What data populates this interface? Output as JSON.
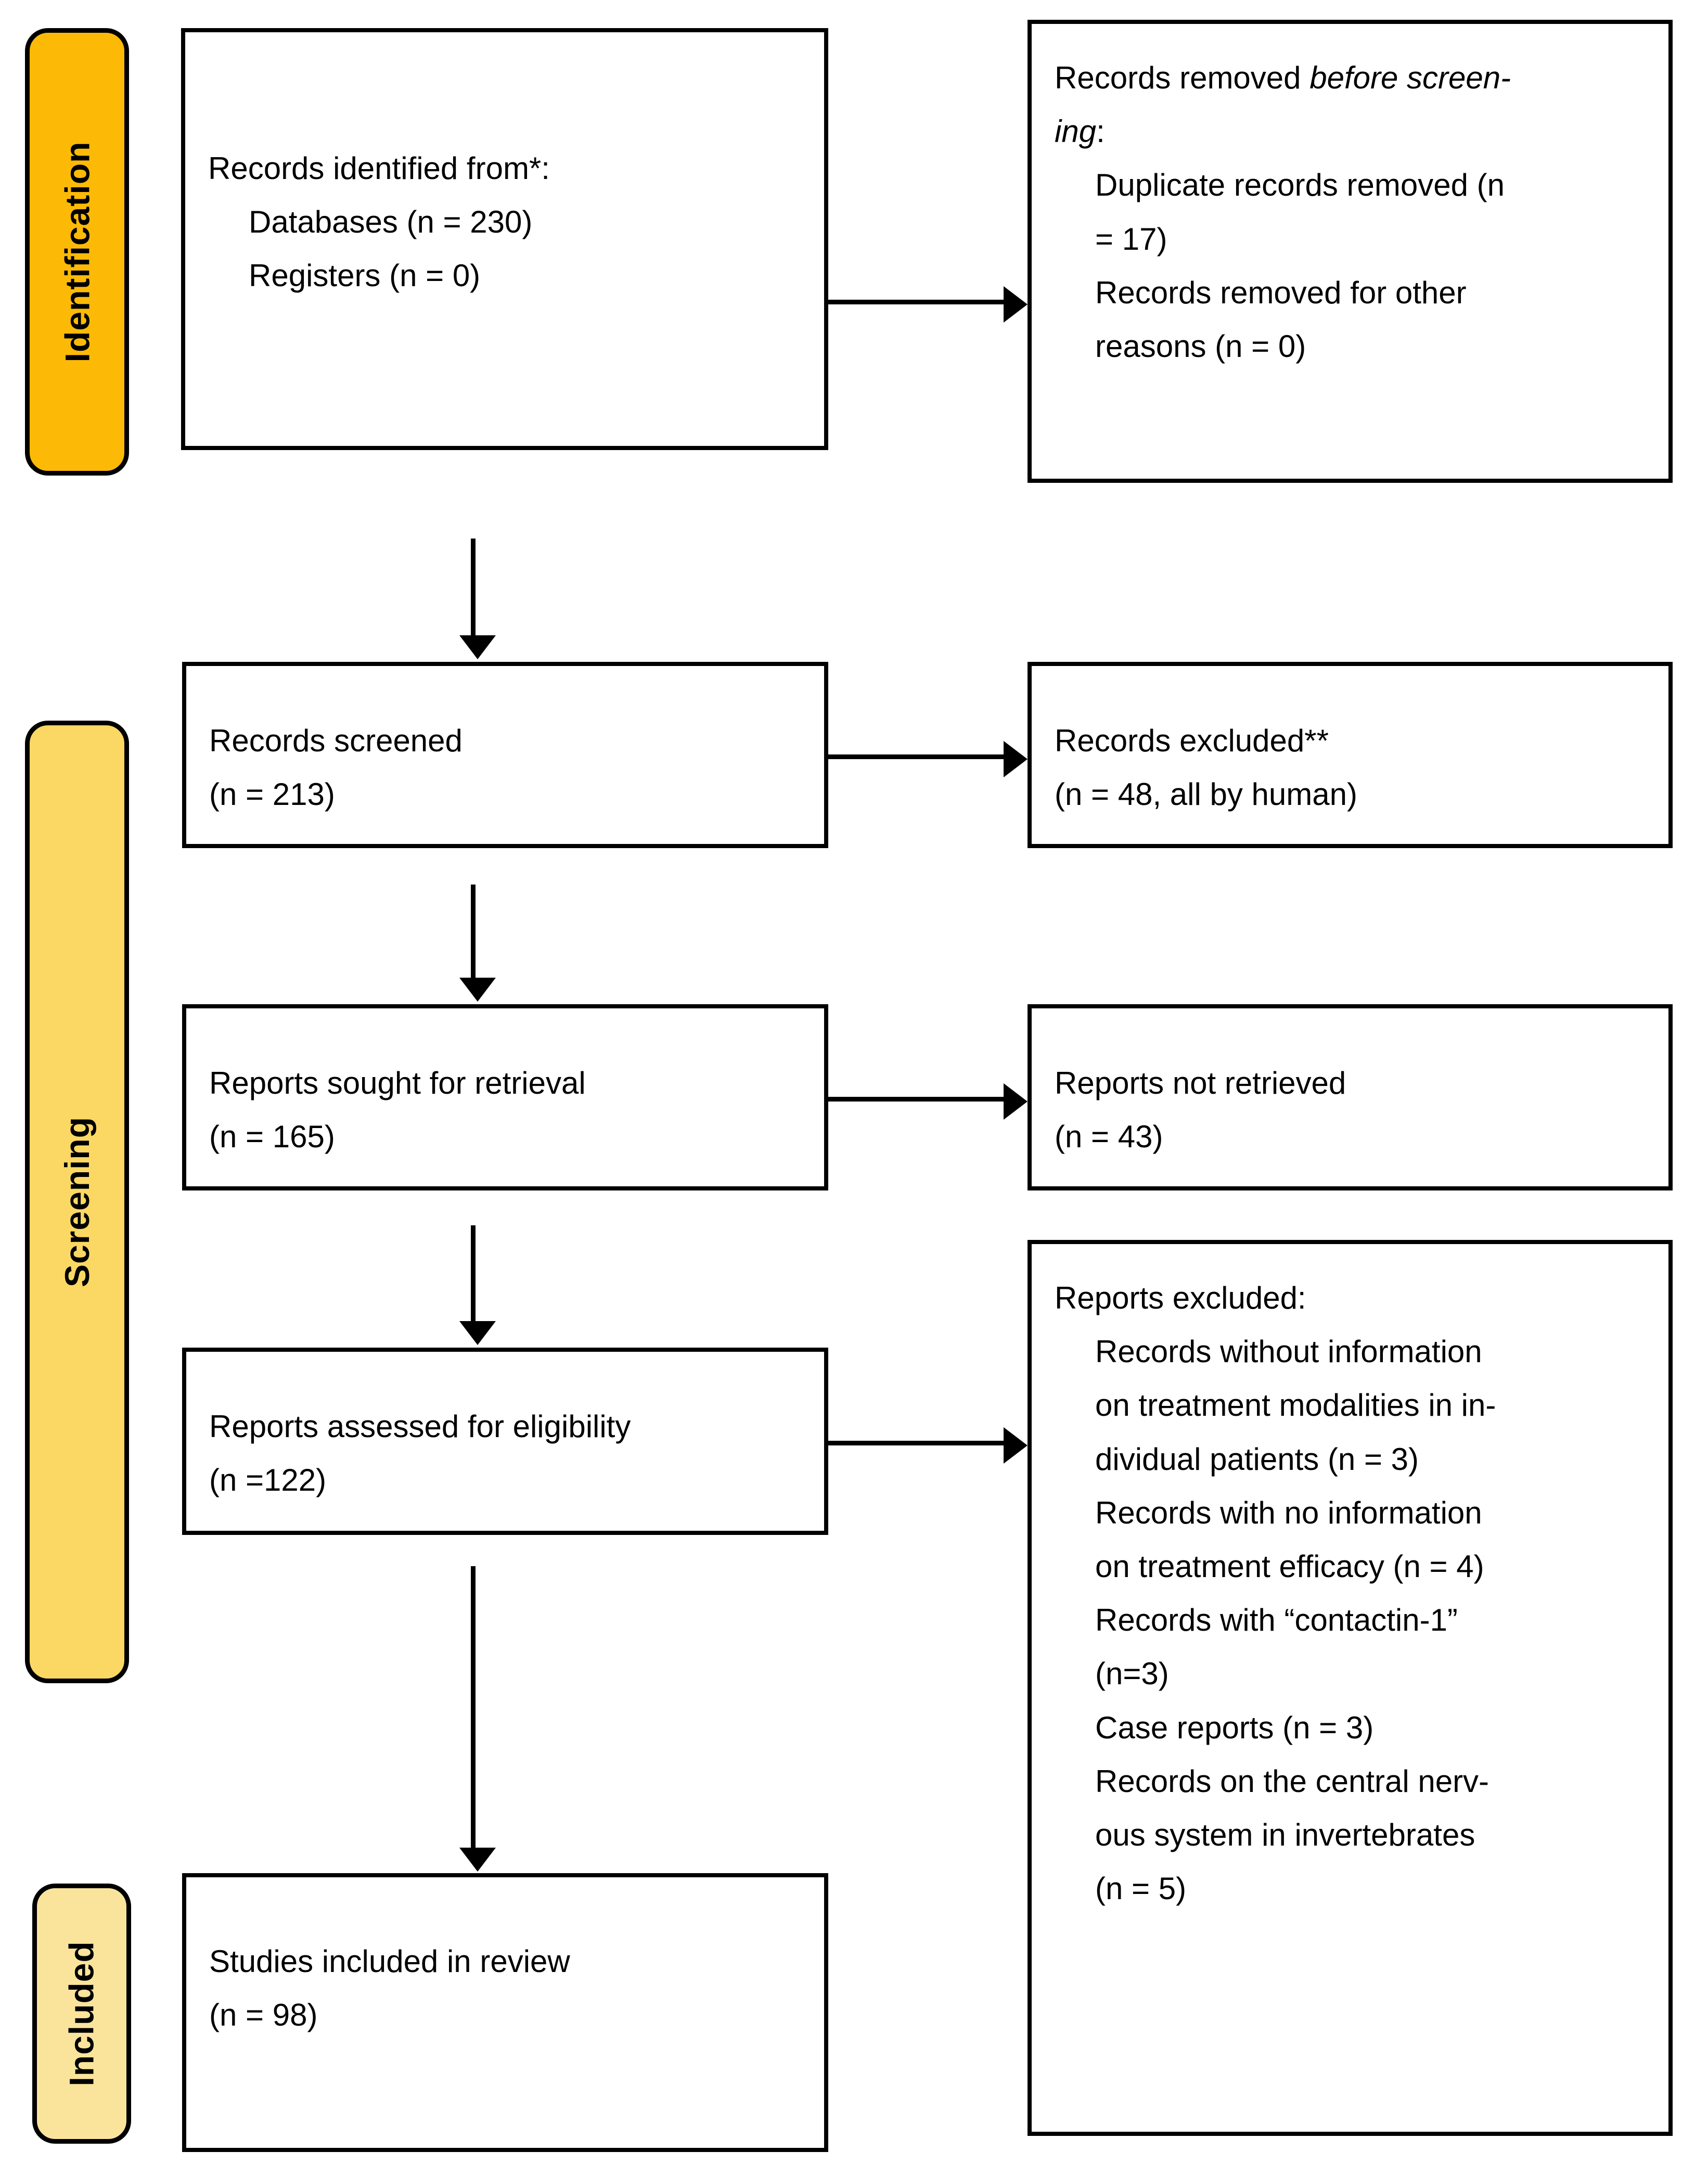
{
  "diagram": {
    "title": "PRISMA 2020 flow diagram",
    "colors": {
      "identification_bar": "#FCBA06",
      "screening_bar": "#FBD863",
      "included_bar": "#FAE49C",
      "box_border": "#000000",
      "box_fill": "#FFFFFF",
      "text": "#000000"
    }
  },
  "stages": {
    "identification": "Identification",
    "screening": "Screening",
    "included": "Included"
  },
  "boxes": {
    "identified": {
      "title": "Records identified from*:",
      "items": [
        "Databases (n = 230)",
        "Registers (n = 0)"
      ]
    },
    "removed_before_screening": {
      "title_plain": "Records removed ",
      "title_italic": "before screen-",
      "title_italic_2": "ing",
      "title_tail": ":",
      "items": [
        "Duplicate records removed (n",
        "= 17)",
        "Records removed for other",
        "reasons (n = 0)"
      ]
    },
    "records_screened": {
      "line1": "Records screened",
      "line2": "(n = 213)"
    },
    "records_excluded": {
      "line1": "Records excluded**",
      "line2": "(n = 48, all by human)"
    },
    "reports_sought": {
      "line1": "Reports sought for retrieval",
      "line2": "(n = 165)"
    },
    "reports_not_retrieved": {
      "line1": "Reports not retrieved",
      "line2": "(n = 43)"
    },
    "reports_assessed": {
      "line1": "Reports assessed for eligibility",
      "line2": "(n =122)"
    },
    "reports_excluded": {
      "title": "Reports excluded:",
      "items": [
        "Records without information",
        "on treatment modalities in in-",
        "dividual patients (n = 3)",
        "Records with no information",
        "on treatment efficacy (n = 4)",
        "Records with “contactin-1”",
        "(n=3)",
        "Case reports (n = 3)",
        "Records on the central nerv-",
        "ous system in invertebrates",
        "(n = 5)"
      ]
    },
    "studies_included": {
      "line1": "Studies included in review",
      "line2": "(n = 98)"
    }
  },
  "flow_counts": {
    "databases": 230,
    "registers": 0,
    "duplicates_removed": 17,
    "other_removed": 0,
    "screened": 213,
    "screened_excluded": 48,
    "sought_for_retrieval": 165,
    "not_retrieved": 43,
    "assessed_for_eligibility": 122,
    "excluded_no_treatment_modalities": 3,
    "excluded_no_treatment_efficacy": 4,
    "excluded_contactin1": 3,
    "excluded_case_reports": 3,
    "excluded_invertebrate_cns": 5,
    "included_in_review": 98
  }
}
